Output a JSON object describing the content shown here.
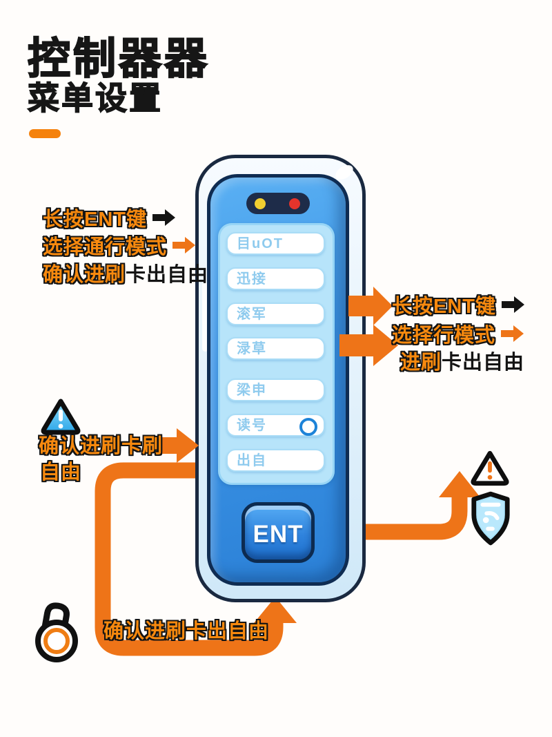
{
  "title": {
    "line1": "控制器器",
    "line2": "菜单设置"
  },
  "device": {
    "menu": [
      "目uOT",
      "迅接",
      "滚军",
      "渌草",
      "梁申",
      "读号",
      "出自"
    ],
    "ent_label": "ENT"
  },
  "annotations": {
    "top_left": {
      "line1": "长按ENT键",
      "line2": "选择通行模式",
      "line3_orange": "确认进刷",
      "line3_black": "卡出自由"
    },
    "right": {
      "line1": "长按ENT键",
      "line2": "选择行模式",
      "line3_orange": "进刷",
      "line3_black": "卡出自由"
    },
    "mid_left": {
      "line1": "确认进刷卡刷",
      "line2": "自由"
    },
    "bottom": {
      "line1": "确认进刷卡出自由"
    }
  },
  "icons": [
    "warning-triangle-icon",
    "shield-icon",
    "padlock-icon",
    "led-yellow-dot",
    "led-red-dot",
    "radio-circle-icon",
    "right-arrow-icon",
    "up-arrow-icon"
  ],
  "colors": {
    "orange_arrow": "#ee7418",
    "orange_text": "#f7890e",
    "title_black": "#161616",
    "device_shell": "#e2f1fb",
    "device_body_blue": "#3c95e7",
    "screen_blue": "#b7e4fa",
    "navy_outline": "#0f2c52",
    "led_yellow": "#f2cf30",
    "led_red": "#e6342c"
  }
}
